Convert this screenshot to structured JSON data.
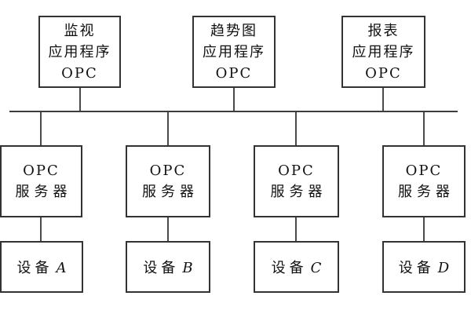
{
  "diagram": {
    "type": "opc-architecture-block-diagram",
    "colors": {
      "background": "#ffffff",
      "box_border": "#333333",
      "connector_line": "#4a4a4a",
      "text": "#111111"
    },
    "apps": [
      {
        "line1": "监视",
        "line2": "应用程序",
        "line3": "OPC"
      },
      {
        "line1": "趋势图",
        "line2": "应用程序",
        "line3": "OPC"
      },
      {
        "line1": "报表",
        "line2": "应用程序",
        "line3": "OPC"
      }
    ],
    "servers": [
      {
        "line1": "OPC",
        "line2": "服务器"
      },
      {
        "line1": "OPC",
        "line2": "服务器"
      },
      {
        "line1": "OPC",
        "line2": "服务器"
      },
      {
        "line1": "OPC",
        "line2": "服务器"
      }
    ],
    "devices": [
      {
        "prefix": "设备",
        "letter": "A"
      },
      {
        "prefix": "设备",
        "letter": "B"
      },
      {
        "prefix": "设备",
        "letter": "C"
      },
      {
        "prefix": "设备",
        "letter": "D"
      }
    ]
  }
}
